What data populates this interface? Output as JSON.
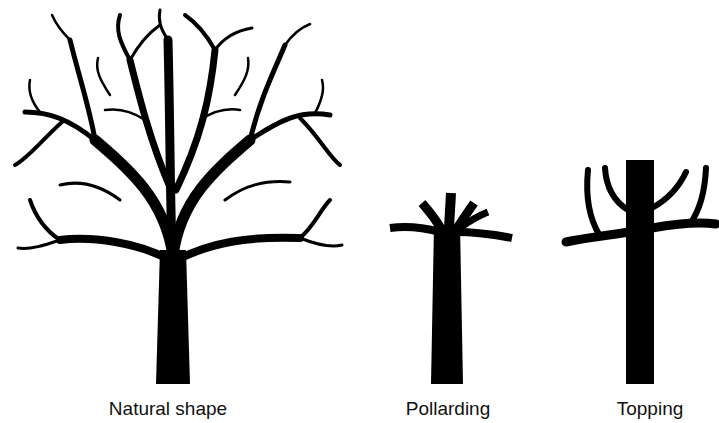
{
  "diagram": {
    "labels": [
      "Natural shape",
      "Pollarding",
      "Topping"
    ]
  }
}
